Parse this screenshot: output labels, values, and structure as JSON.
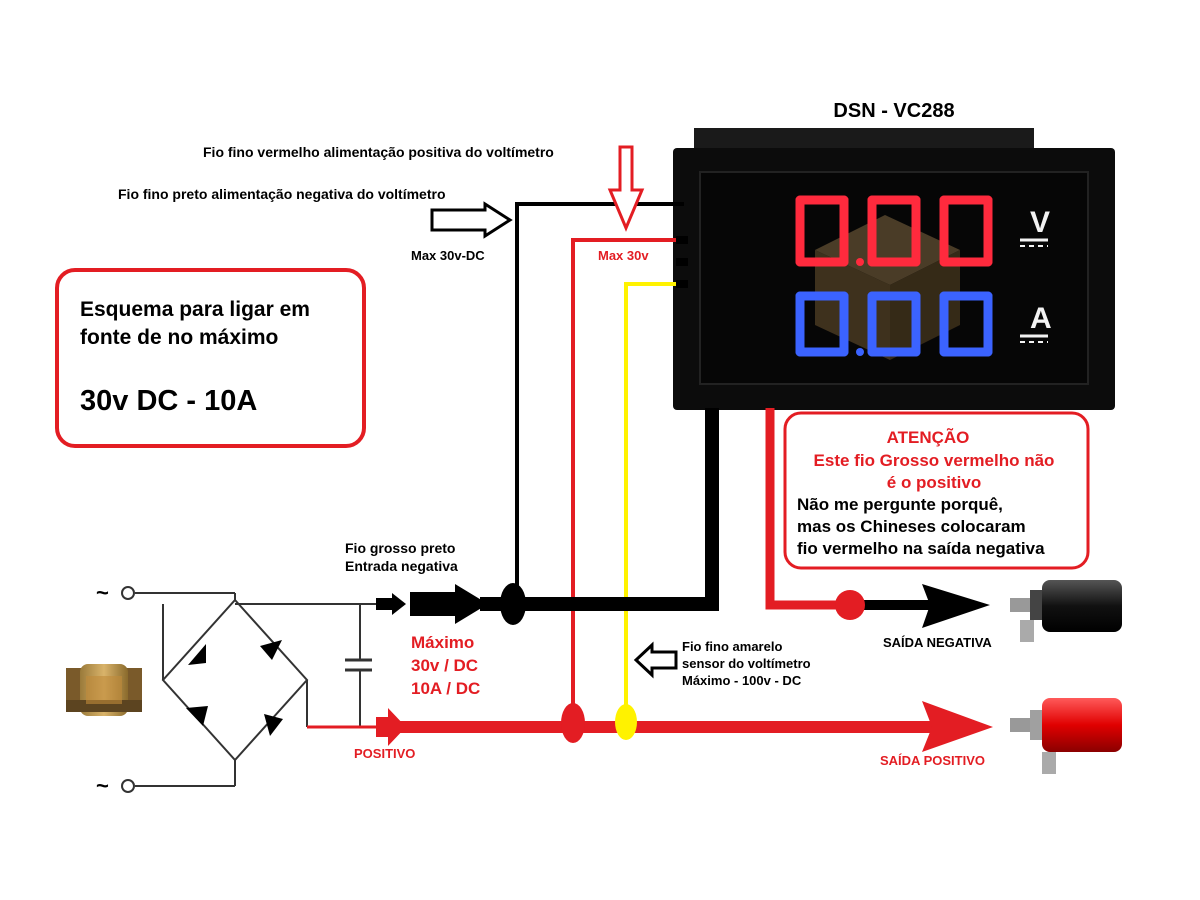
{
  "device": {
    "model": "DSN - VC288",
    "voltage_reading": "0.00",
    "current_reading": "0.00",
    "volt_unit": "V",
    "amp_unit": "A"
  },
  "labels": {
    "thin_red_wire": "Fio fino vermelho alimentação positiva do voltímetro",
    "thin_black_wire": "Fio fino preto alimentação negativa do voltímetro",
    "max_30v_dc": "Max 30v-DC",
    "max_30v": "Max 30v",
    "thick_black_line1": "Fio grosso preto",
    "thick_black_line2": "Entrada negativa",
    "max_line1": "Máximo",
    "max_line2": "30v / DC",
    "max_line3": "10A / DC",
    "positive": "POSITIVO",
    "yellow_line1": "Fio fino amarelo",
    "yellow_line2": "sensor do voltímetro",
    "yellow_line3": "Máximo - 100v - DC",
    "out_negative": "SAÍDA NEGATIVA",
    "out_positive": "SAÍDA POSITIVO",
    "ac_symbol": "~"
  },
  "info_box": {
    "line1": "Esquema para ligar em",
    "line2": "fonte de no máximo",
    "spec": "30v DC - 10A"
  },
  "warning_box": {
    "title": "ATENÇÃO",
    "line1": "Este fio Grosso vermelho não",
    "line2": "é o positivo",
    "line3": "Não me pergunte porquê,",
    "line4": "mas os Chineses colocaram",
    "line5": "fio vermelho na saída negativa"
  },
  "colors": {
    "wire_red": "#e31d23",
    "wire_black": "#000000",
    "wire_yellow": "#fff200",
    "display_red": "#ff2a3d",
    "display_blue": "#3b63ff"
  }
}
